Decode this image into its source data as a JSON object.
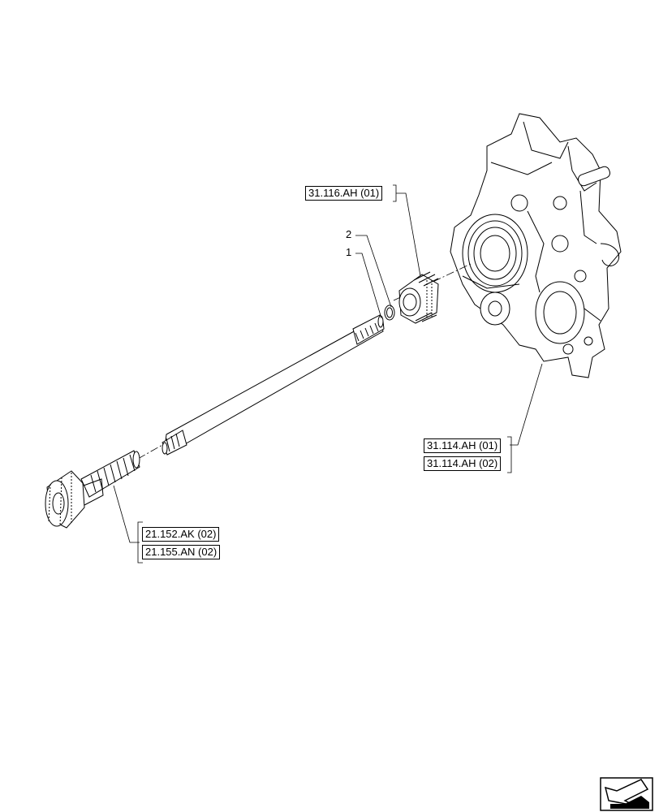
{
  "references": {
    "ref_31_116_ah_01": "31.116.AH (01)",
    "ref_31_114_ah_01": "31.114.AH (01)",
    "ref_31_114_ah_02": "31.114.AH (02)",
    "ref_21_152_ak_02": "21.152.AK (02)",
    "ref_21_155_an_02": "21.155.AN (02)"
  },
  "callouts": {
    "item_1": "1",
    "item_2": "2"
  },
  "icons": {
    "navigation": "arrow-navigation-icon"
  },
  "colors": {
    "line": "#000000",
    "background": "#ffffff"
  }
}
